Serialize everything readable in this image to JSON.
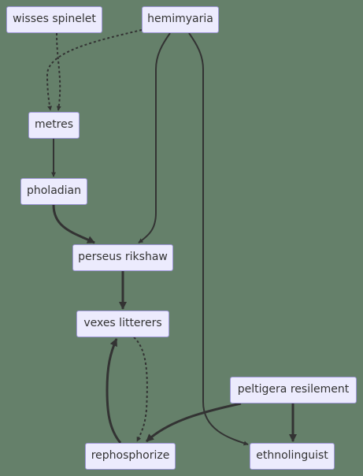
{
  "diagram": {
    "type": "flowchart",
    "colors": {
      "background": "#65806a",
      "node_fill": "#ecebfd",
      "node_border": "#9f98d8",
      "edge": "#333333",
      "text": "#333333"
    },
    "nodes": [
      {
        "id": "wisses_spinelet",
        "label": "wisses spinelet"
      },
      {
        "id": "hemimyaria",
        "label": "hemimyaria"
      },
      {
        "id": "metres",
        "label": "metres"
      },
      {
        "id": "pholadian",
        "label": "pholadian"
      },
      {
        "id": "perseus_rikshaw",
        "label": "perseus rikshaw"
      },
      {
        "id": "vexes_litterers",
        "label": "vexes litterers"
      },
      {
        "id": "peltigera_resilement",
        "label": "peltigera resilement"
      },
      {
        "id": "rephosphorize",
        "label": "rephosphorize"
      },
      {
        "id": "ethnolinguist",
        "label": "ethnolinguist"
      }
    ],
    "edges": [
      {
        "from": "wisses_spinelet",
        "to": "metres",
        "style": "dotted"
      },
      {
        "from": "hemimyaria",
        "to": "metres",
        "style": "dotted"
      },
      {
        "from": "hemimyaria",
        "to": "perseus_rikshaw",
        "style": "solid"
      },
      {
        "from": "hemimyaria",
        "to": "ethnolinguist",
        "style": "solid"
      },
      {
        "from": "metres",
        "to": "pholadian",
        "style": "solid"
      },
      {
        "from": "pholadian",
        "to": "perseus_rikshaw",
        "style": "thick"
      },
      {
        "from": "perseus_rikshaw",
        "to": "vexes_litterers",
        "style": "thick"
      },
      {
        "from": "vexes_litterers",
        "to": "rephosphorize",
        "style": "dotted"
      },
      {
        "from": "rephosphorize",
        "to": "vexes_litterers",
        "style": "thick"
      },
      {
        "from": "peltigera_resilement",
        "to": "rephosphorize",
        "style": "thick"
      },
      {
        "from": "peltigera_resilement",
        "to": "ethnolinguist",
        "style": "thick"
      }
    ]
  }
}
